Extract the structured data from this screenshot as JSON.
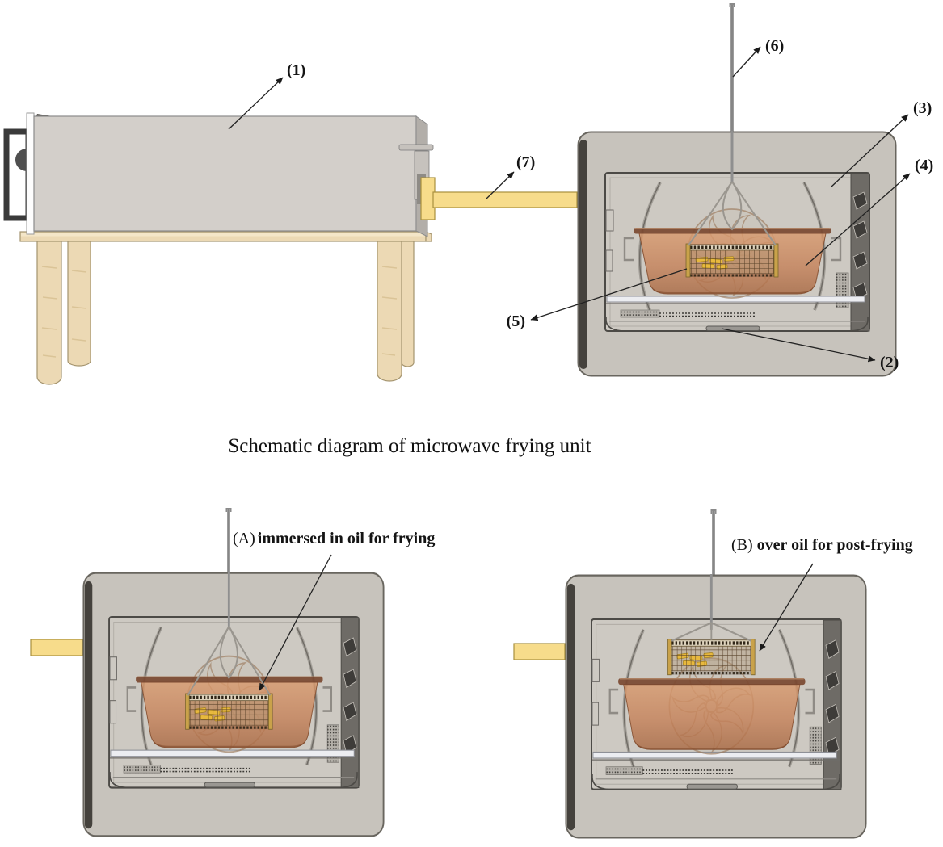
{
  "figure": {
    "caption": "Schematic diagram of microwave frying unit",
    "callouts": {
      "c1": "(1)",
      "c2": "(2)",
      "c3": "(3)",
      "c4": "(4)",
      "c5": "(5)",
      "c6": "(6)",
      "c7": "(7)"
    },
    "panel_a": {
      "tag": "(A)",
      "label": "immersed in oil for frying"
    },
    "panel_b": {
      "tag": "(B)",
      "label": "over oil for post-frying"
    }
  },
  "colors": {
    "background": "#ffffff",
    "cabinet": "#c7c3bc",
    "cavity": "#cdc9c2",
    "edge": "#4c4a46",
    "waveguide": "#f7dc8b",
    "waveguide_border": "#a8903e",
    "wood": "#ecd9b4",
    "wood_border": "#a4946e",
    "pot_rim": "#7b4931",
    "pot_body": "#c5825a",
    "basket_gold": "#c9a24a",
    "fries": "#e8b93e",
    "annotation": "#222222"
  }
}
